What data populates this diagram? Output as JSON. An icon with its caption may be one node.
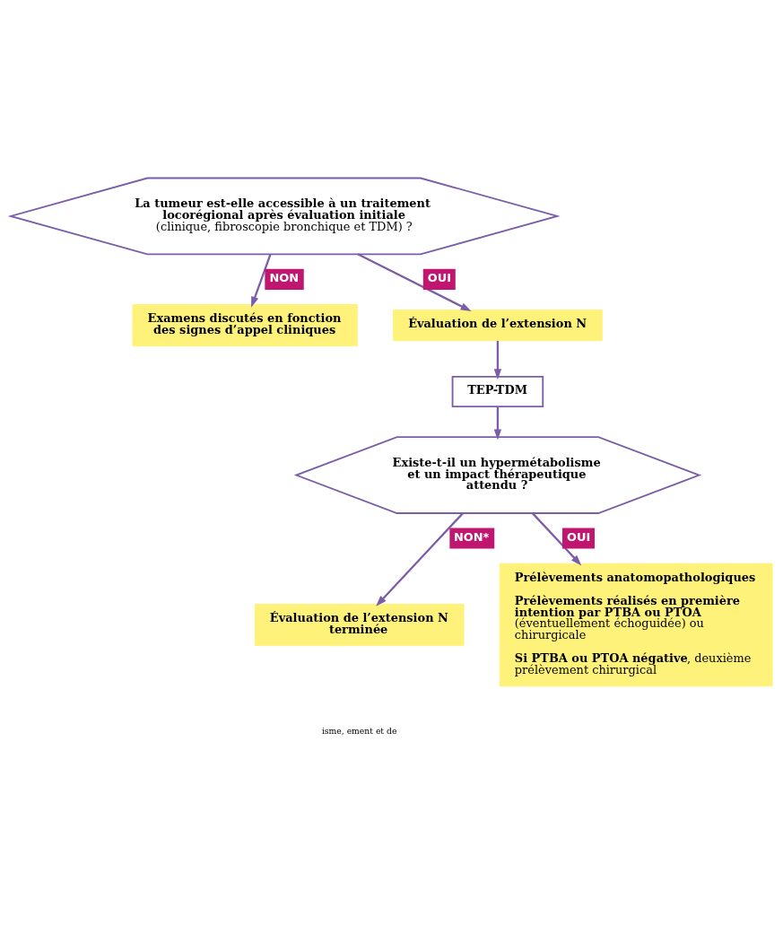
{
  "diagram": {
    "nodes": [
      {
        "text": [
          "**La tumeur est-elle accessible à un traitement locorégional après évaluation initiale**",
          "(clinique, fibroscopie bronchique et TDM) ?"
        ]
      },
      {
        "text": [
          "**Examens discutés en fonction des signes d’appel cliniques**"
        ]
      },
      {
        "text": [
          "**Évaluation de l’extension N**"
        ]
      },
      {
        "text": [
          "**TEP-TDM**"
        ]
      },
      {
        "text": [
          "**Existe-t-il un hypermétabolisme et un impact thérapeutique attendu ?**"
        ]
      },
      {
        "text": [
          "**Évaluation de l’extension N terminée**"
        ]
      },
      {
        "text": [
          "**Prélèvements anatomopathologiques**",
          "**Prélèvements réalisés en première intention par PTBA ou PTOA** (éventuellement échoguidée) ou chirurgicale",
          "**Si PTBA ou PTOA négative**, deuxième prélèvement chirurgical"
        ]
      }
    ],
    "edges": [
      {
        "from": 0,
        "to": 1,
        "arrow": "to",
        "label": "NON"
      },
      {
        "from": 0,
        "to": 2,
        "arrow": "to",
        "label": "OUI"
      },
      {
        "from": 2,
        "to": 3,
        "arrow": "to"
      },
      {
        "from": 3,
        "to": 4,
        "arrow": "to"
      },
      {
        "from": 4,
        "to": 5,
        "arrow": "to",
        "label": "NON*"
      },
      {
        "from": 4,
        "to": 6,
        "arrow": "to",
        "label": "OUI"
      }
    ],
    "labels": [
      "isme, ement et de"
    ]
  }
}
